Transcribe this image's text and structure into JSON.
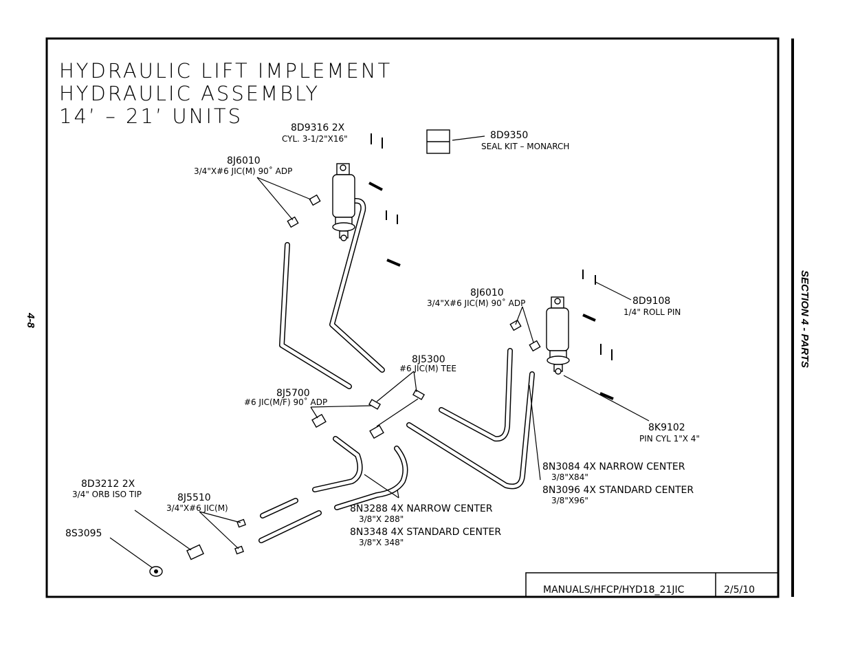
{
  "title": {
    "line1": "HYDRAULIC  LIFT  IMPLEMENT",
    "line2": "HYDRAULIC  ASSEMBLY",
    "line3": "14’  –  21’  UNITS"
  },
  "page_number": "4-8",
  "section": "SECTION 4 - PARTS",
  "title_block": {
    "drawing": "MANUALS/HFCP/HYD18_21JIC",
    "date": "2/5/10"
  },
  "callouts": {
    "cyl": {
      "pn": "8D9316  2X",
      "desc": "CYL. 3-1/2\"X16\""
    },
    "seal": {
      "pn": "8D9350",
      "desc": "SEAL  KIT  –  MONARCH"
    },
    "adp1": {
      "pn": "8J6010",
      "desc": "3/4\"X#6  JIC(M)  90˚  ADP"
    },
    "adp2": {
      "pn": "8J6010",
      "desc": "3/4\"X#6  JIC(M)  90˚  ADP"
    },
    "roll": {
      "pn": "8D9108",
      "desc": "1/4\"  ROLL  PIN"
    },
    "tee": {
      "pn": "8J5300",
      "desc": "#6  JIC(M)  TEE"
    },
    "adp90": {
      "pn": "8J5700",
      "desc": "#6  JIC(M/F)  90˚  ADP"
    },
    "pin": {
      "pn": "8K9102",
      "desc": "PIN  CYL  1\"X  4\""
    },
    "hose84": {
      "pn": "8N3084  4X  NARROW  CENTER",
      "desc": "3/8\"X84\""
    },
    "hose96": {
      "pn": "8N3096  4X  STANDARD  CENTER",
      "desc": "3/8\"X96\""
    },
    "hose288": {
      "pn": "8N3288  4X  NARROW  CENTER",
      "desc": "3/8\"X 288\""
    },
    "hose348": {
      "pn": "8N3348  4X  STANDARD  CENTER",
      "desc": "3/8\"X 348\""
    },
    "iso": {
      "pn": "8D3212  2X",
      "desc": "3/4\"  ORB  ISO  TIP"
    },
    "jic": {
      "pn": "8J5510",
      "desc": "3/4\"X#6  JIC(M)"
    },
    "plug": {
      "pn": "8S3095"
    }
  }
}
